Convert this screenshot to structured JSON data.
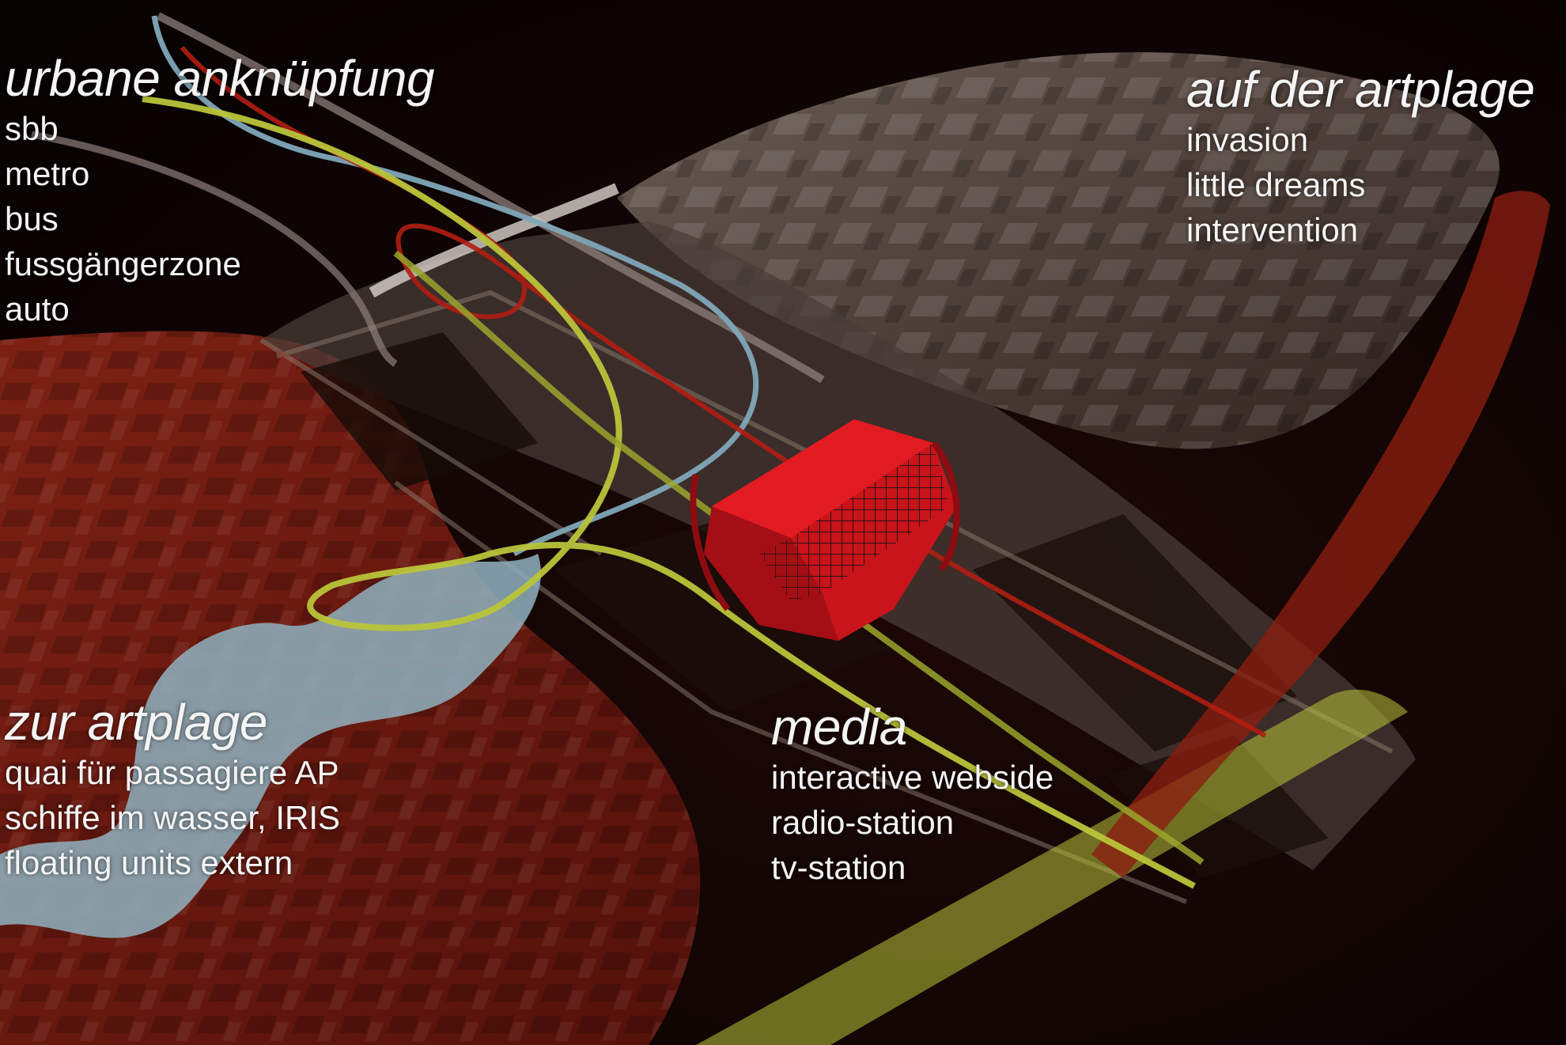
{
  "groups": {
    "urbane": {
      "title": "urbane anknüpfung",
      "items": [
        "sbb",
        "metro",
        "bus",
        "fussgängerzone",
        "auto"
      ]
    },
    "auf": {
      "title": "auf der artplage",
      "items": [
        "invasion",
        "little dreams",
        "intervention"
      ]
    },
    "zur": {
      "title": "zur artplage",
      "items": [
        "quai für passagiere AP",
        "schiffe im wasser, IRIS",
        "floating units extern"
      ]
    },
    "media": {
      "title": "media",
      "items": [
        "interactive webside",
        "radio-station",
        "tv-station"
      ]
    }
  },
  "colors": {
    "background": "#0a0303",
    "water": "#8fb1bf",
    "red_zone": "#7a1d12",
    "city_block": "#6d5a50",
    "route_green": "#b9c43a",
    "route_blue": "#7fa6b8",
    "route_red": "#b11d12",
    "pavilion_red": "#c8141a",
    "label_text": "#f4f4f4"
  }
}
